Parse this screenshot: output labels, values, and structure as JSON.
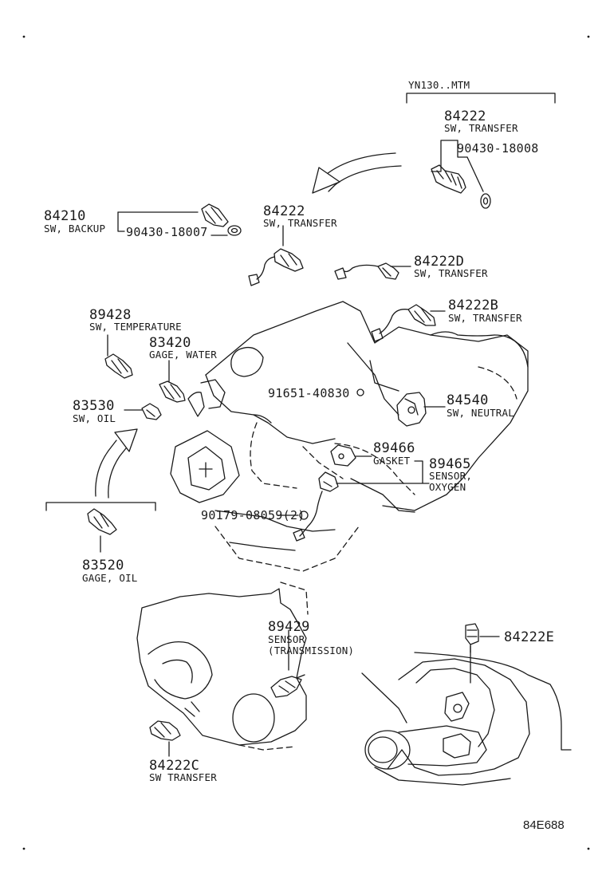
{
  "diagram": {
    "figure_code": "84E688",
    "parts": [
      {
        "num": "84222",
        "desc": "SW, TRANSFER"
      },
      {
        "num": "90430-18008",
        "desc": ""
      },
      {
        "num": "84222",
        "desc": "SW, TRANSFER"
      },
      {
        "num": "84210",
        "desc": "SW, BACKUP"
      },
      {
        "num": "90430-18007",
        "desc": ""
      },
      {
        "num": "84222D",
        "desc": "SW, TRANSFER"
      },
      {
        "num": "89428",
        "desc": "SW, TEMPERATURE"
      },
      {
        "num": "84222B",
        "desc": "SW, TRANSFER"
      },
      {
        "num": "83420",
        "desc": "GAGE, WATER"
      },
      {
        "num": "83530",
        "desc": "SW, OIL"
      },
      {
        "num": "91651-40830",
        "desc": ""
      },
      {
        "num": "84540",
        "desc": "SW, NEUTRAL"
      },
      {
        "num": "89466",
        "desc": "GASKET"
      },
      {
        "num": "89465",
        "desc": "SENSOR, OXYGEN"
      },
      {
        "num": "90179-08059(2)",
        "desc": ""
      },
      {
        "num": "83520",
        "desc": "GAGE, OIL"
      },
      {
        "num": "89429",
        "desc": "SENSOR (TRANSMISSION)"
      },
      {
        "num": "84222E",
        "desc": ""
      },
      {
        "num": "84222C",
        "desc": "SW TRANSFER"
      }
    ],
    "notes": {
      "yn130": "YN130..MTM"
    }
  }
}
